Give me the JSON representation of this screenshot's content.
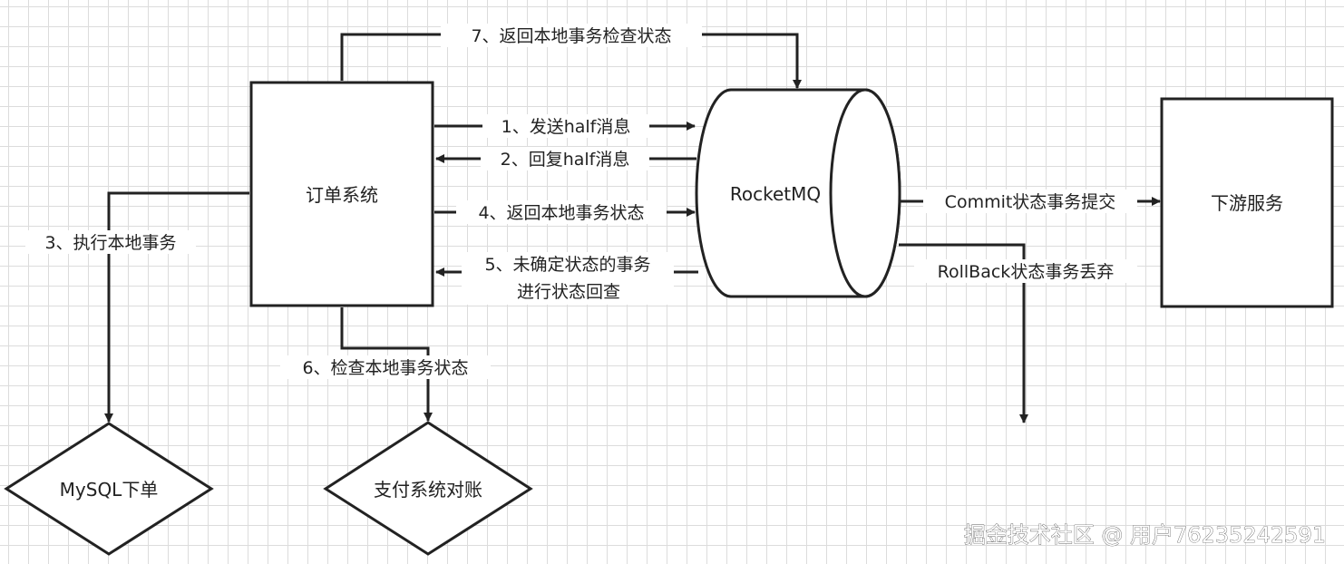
{
  "nodes": {
    "order_system": "订单系统",
    "rocketmq": "RocketMQ",
    "downstream": "下游服务",
    "mysql": "MySQL下单",
    "payment": "支付系统对账"
  },
  "edges": {
    "step1": "1、发送half消息",
    "step2": "2、回复half消息",
    "step3": "3、执行本地事务",
    "step4": "4、返回本地事务状态",
    "step5_line1": "5、未确定状态的事务",
    "step5_line2": "进行状态回查",
    "step6": "6、检查本地事务状态",
    "step7": "7、返回本地事务检查状态",
    "commit": "Commit状态事务提交",
    "rollback": "RollBack状态事务丢弃"
  },
  "watermark": "掘金技术社区 @ 用户76235242591",
  "colors": {
    "stroke": "#222222",
    "grid": "#dcdcdc",
    "background": "#ffffff"
  }
}
